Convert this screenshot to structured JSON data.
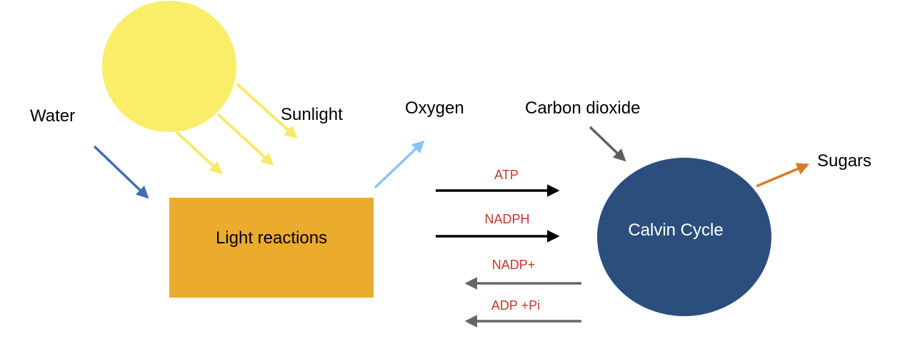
{
  "diagram": {
    "title": "Photosynthesis overview",
    "nodes": {
      "sun": {
        "label": "Sunlight",
        "color": "#f9ed69"
      },
      "water": {
        "label": "Water"
      },
      "light_reactions": {
        "label": "Light reactions",
        "color": "#ebab2d"
      },
      "oxygen": {
        "label": "Oxygen"
      },
      "carbon_dioxide": {
        "label": "Carbon dioxide"
      },
      "calvin_cycle": {
        "label": "Calvin Cycle",
        "color": "#2c4e7d"
      },
      "sugars": {
        "label": "Sugars"
      }
    },
    "flows": {
      "atp": {
        "label": "ATP",
        "direction": "to-calvin",
        "color": "#000000"
      },
      "nadph": {
        "label": "NADPH",
        "direction": "to-calvin",
        "color": "#000000"
      },
      "nadp_plus": {
        "label": "NADP+",
        "direction": "to-light",
        "color": "#666666"
      },
      "adp_pi": {
        "label": "ADP +Pi",
        "direction": "to-light",
        "color": "#666666"
      }
    },
    "arrow_colors": {
      "water": "#3f6fb5",
      "sunlight": "#f6ea6a",
      "oxygen": "#8cc4f5",
      "carbon_dioxide": "#606060",
      "sugars": "#d97b26"
    },
    "label_color_flow": "#c0392b"
  }
}
